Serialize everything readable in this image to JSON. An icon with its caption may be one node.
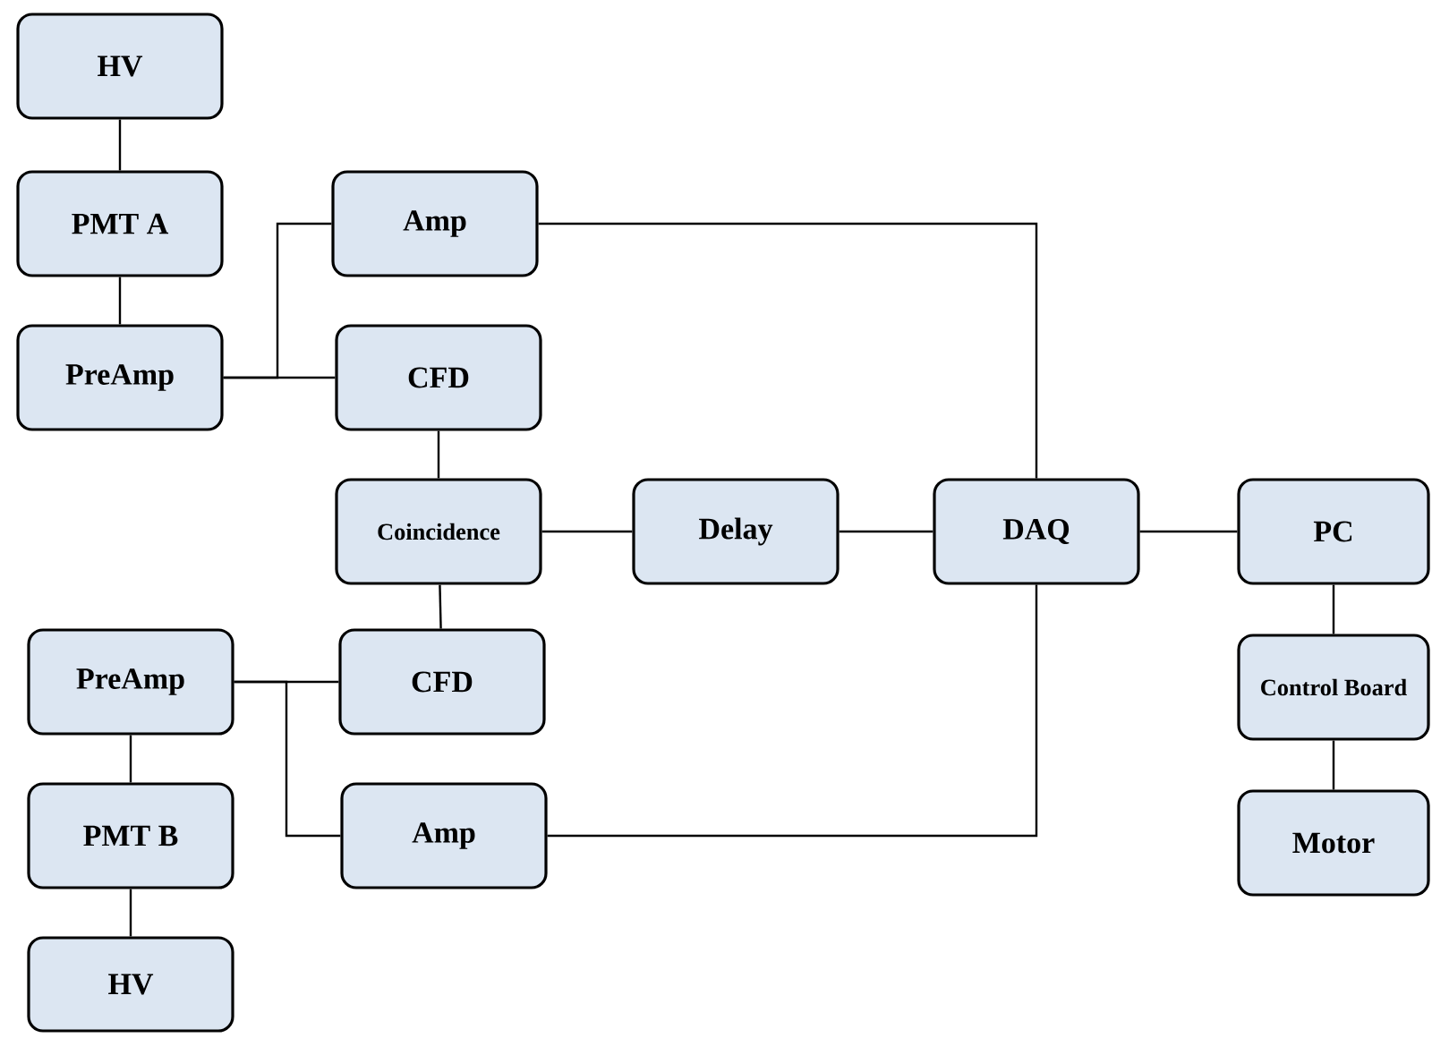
{
  "diagram": {
    "nodes": [
      {
        "text": [
          "HV"
        ]
      },
      {
        "text": [
          "PMT A"
        ]
      },
      {
        "text": [
          "PreAmp"
        ]
      },
      {
        "text": [
          "Amp"
        ]
      },
      {
        "text": [
          "CFD"
        ]
      },
      {
        "text": [
          "Coincidence"
        ]
      },
      {
        "text": [
          "Delay"
        ]
      },
      {
        "text": [
          "DAQ"
        ]
      },
      {
        "text": [
          "PC"
        ]
      },
      {
        "text": [
          "Control Board"
        ]
      },
      {
        "text": [
          "Motor"
        ]
      },
      {
        "text": [
          "PreAmp"
        ]
      },
      {
        "text": [
          "CFD"
        ]
      },
      {
        "text": [
          "PMT B"
        ]
      },
      {
        "text": [
          "HV"
        ]
      },
      {
        "text": [
          "Amp"
        ]
      }
    ],
    "edges": [
      {
        "from": 0,
        "to": 1,
        "arrow": "none"
      },
      {
        "from": 1,
        "to": 2,
        "arrow": "none"
      },
      {
        "from": 2,
        "to": 3,
        "arrow": "none"
      },
      {
        "from": 2,
        "to": 4,
        "arrow": "none"
      },
      {
        "from": 3,
        "to": 7,
        "arrow": "none"
      },
      {
        "from": 4,
        "to": 5,
        "arrow": "none"
      },
      {
        "from": 5,
        "to": 6,
        "arrow": "none"
      },
      {
        "from": 6,
        "to": 7,
        "arrow": "none"
      },
      {
        "from": 7,
        "to": 8,
        "arrow": "none"
      },
      {
        "from": 8,
        "to": 9,
        "arrow": "none"
      },
      {
        "from": 9,
        "to": 10,
        "arrow": "none"
      },
      {
        "from": 5,
        "to": 12,
        "arrow": "none"
      },
      {
        "from": 11,
        "to": 12,
        "arrow": "none"
      },
      {
        "from": 11,
        "to": 15,
        "arrow": "none"
      },
      {
        "from": 11,
        "to": 13,
        "arrow": "none"
      },
      {
        "from": 13,
        "to": 14,
        "arrow": "none"
      },
      {
        "from": 15,
        "to": 7,
        "arrow": "none"
      }
    ]
  }
}
